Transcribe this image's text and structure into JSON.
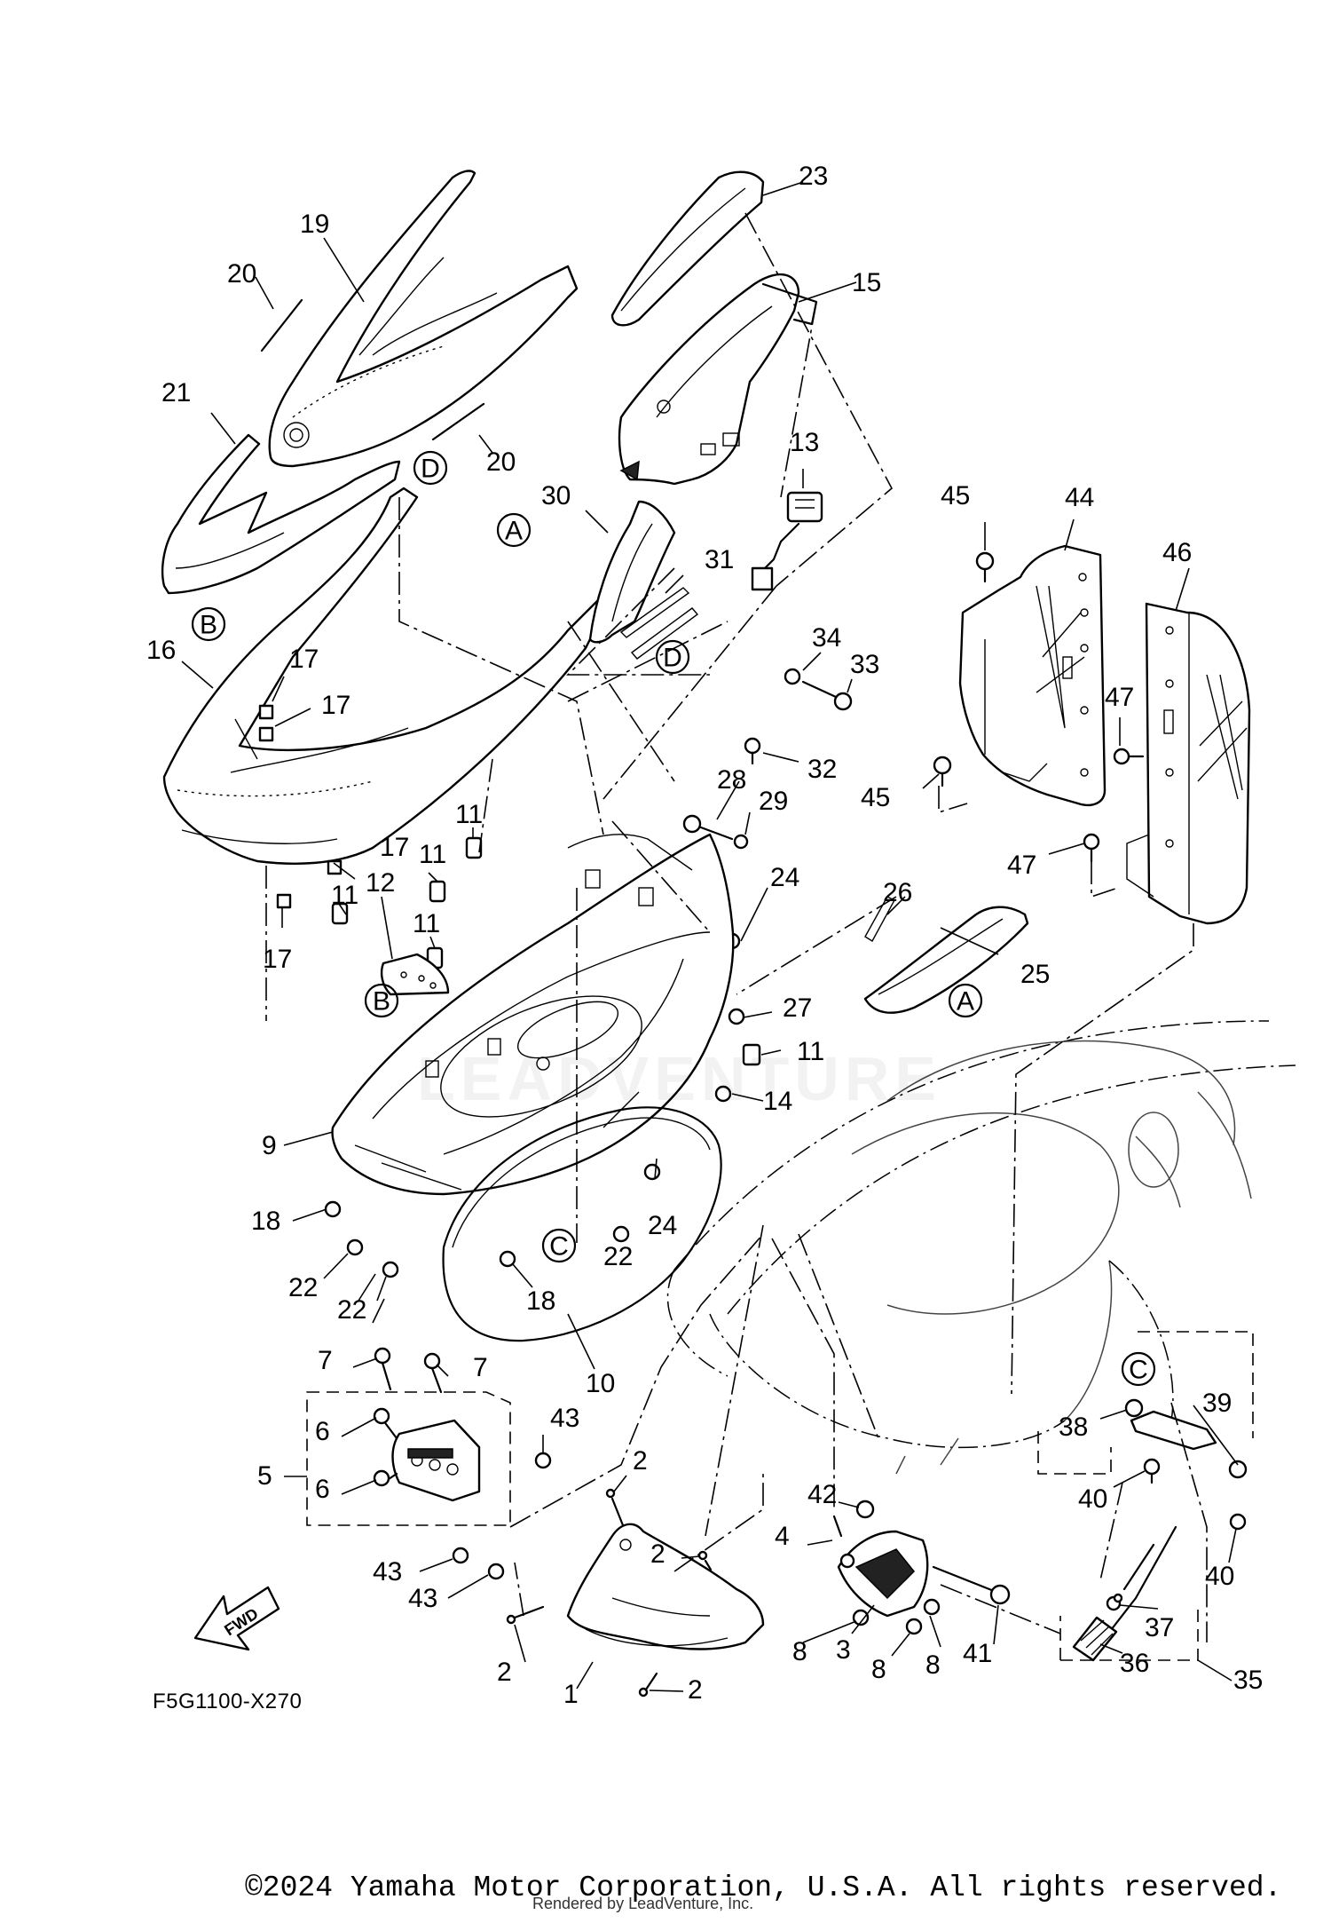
{
  "diagram": {
    "code": "F5G1100-X270",
    "fwd_label": "FWD",
    "copyright": "©2024 Yamaha Motor Corporation, U.S.A. All rights reserved.",
    "rendered_by": "Rendered by LeadVenture, Inc.",
    "watermark": "LEADVENTURE",
    "part_labels": [
      {
        "id": "p23",
        "text": "23"
      },
      {
        "id": "p19",
        "text": "19"
      },
      {
        "id": "p15",
        "text": "15"
      },
      {
        "id": "p20a",
        "text": "20"
      },
      {
        "id": "p20b",
        "text": "20"
      },
      {
        "id": "p21",
        "text": "21"
      },
      {
        "id": "p13",
        "text": "13"
      },
      {
        "id": "p30",
        "text": "30"
      },
      {
        "id": "p45a",
        "text": "45"
      },
      {
        "id": "p44",
        "text": "44"
      },
      {
        "id": "p31",
        "text": "31"
      },
      {
        "id": "p46",
        "text": "46"
      },
      {
        "id": "p16",
        "text": "16"
      },
      {
        "id": "p34",
        "text": "34"
      },
      {
        "id": "p33",
        "text": "33"
      },
      {
        "id": "p17a",
        "text": "17"
      },
      {
        "id": "p17b",
        "text": "17"
      },
      {
        "id": "p47a",
        "text": "47"
      },
      {
        "id": "p32",
        "text": "32"
      },
      {
        "id": "p28",
        "text": "28"
      },
      {
        "id": "p29",
        "text": "29"
      },
      {
        "id": "p45b",
        "text": "45"
      },
      {
        "id": "p11a",
        "text": "11"
      },
      {
        "id": "p17c",
        "text": "17"
      },
      {
        "id": "p11b",
        "text": "11"
      },
      {
        "id": "p47b",
        "text": "47"
      },
      {
        "id": "p26",
        "text": "26"
      },
      {
        "id": "p12",
        "text": "12"
      },
      {
        "id": "p11c",
        "text": "11"
      },
      {
        "id": "p24a",
        "text": "24"
      },
      {
        "id": "p11d",
        "text": "11"
      },
      {
        "id": "p17d",
        "text": "17"
      },
      {
        "id": "p25",
        "text": "25"
      },
      {
        "id": "p27",
        "text": "27"
      },
      {
        "id": "p11e",
        "text": "11"
      },
      {
        "id": "p14",
        "text": "14"
      },
      {
        "id": "p9",
        "text": "9"
      },
      {
        "id": "p18a",
        "text": "18"
      },
      {
        "id": "p24b",
        "text": "24"
      },
      {
        "id": "p22a",
        "text": "22"
      },
      {
        "id": "p22b",
        "text": "22"
      },
      {
        "id": "p18b",
        "text": "18"
      },
      {
        "id": "p22c",
        "text": "22"
      },
      {
        "id": "p7a",
        "text": "7"
      },
      {
        "id": "p7b",
        "text": "7"
      },
      {
        "id": "p10",
        "text": "10"
      },
      {
        "id": "p39",
        "text": "39"
      },
      {
        "id": "p6a",
        "text": "6"
      },
      {
        "id": "p43a",
        "text": "43"
      },
      {
        "id": "p38",
        "text": "38"
      },
      {
        "id": "p2a",
        "text": "2"
      },
      {
        "id": "p5",
        "text": "5"
      },
      {
        "id": "p6b",
        "text": "6"
      },
      {
        "id": "p40a",
        "text": "40"
      },
      {
        "id": "p42",
        "text": "42"
      },
      {
        "id": "p4",
        "text": "4"
      },
      {
        "id": "p2b",
        "text": "2"
      },
      {
        "id": "p43b",
        "text": "43"
      },
      {
        "id": "p40b",
        "text": "40"
      },
      {
        "id": "p43c",
        "text": "43"
      },
      {
        "id": "p37",
        "text": "37"
      },
      {
        "id": "p8a",
        "text": "8"
      },
      {
        "id": "p3",
        "text": "3"
      },
      {
        "id": "p41",
        "text": "41"
      },
      {
        "id": "p36",
        "text": "36"
      },
      {
        "id": "p8b",
        "text": "8"
      },
      {
        "id": "p8c",
        "text": "8"
      },
      {
        "id": "p2c",
        "text": "2"
      },
      {
        "id": "p35",
        "text": "35"
      },
      {
        "id": "p1",
        "text": "1"
      },
      {
        "id": "p2d",
        "text": "2"
      }
    ],
    "ref_markers": [
      {
        "id": "rD1",
        "text": "D"
      },
      {
        "id": "rA1",
        "text": "A"
      },
      {
        "id": "rB1",
        "text": "B"
      },
      {
        "id": "rD2",
        "text": "D"
      },
      {
        "id": "rB2",
        "text": "B"
      },
      {
        "id": "rA2",
        "text": "A"
      },
      {
        "id": "rC1",
        "text": "C"
      },
      {
        "id": "rC2",
        "text": "C"
      }
    ]
  }
}
